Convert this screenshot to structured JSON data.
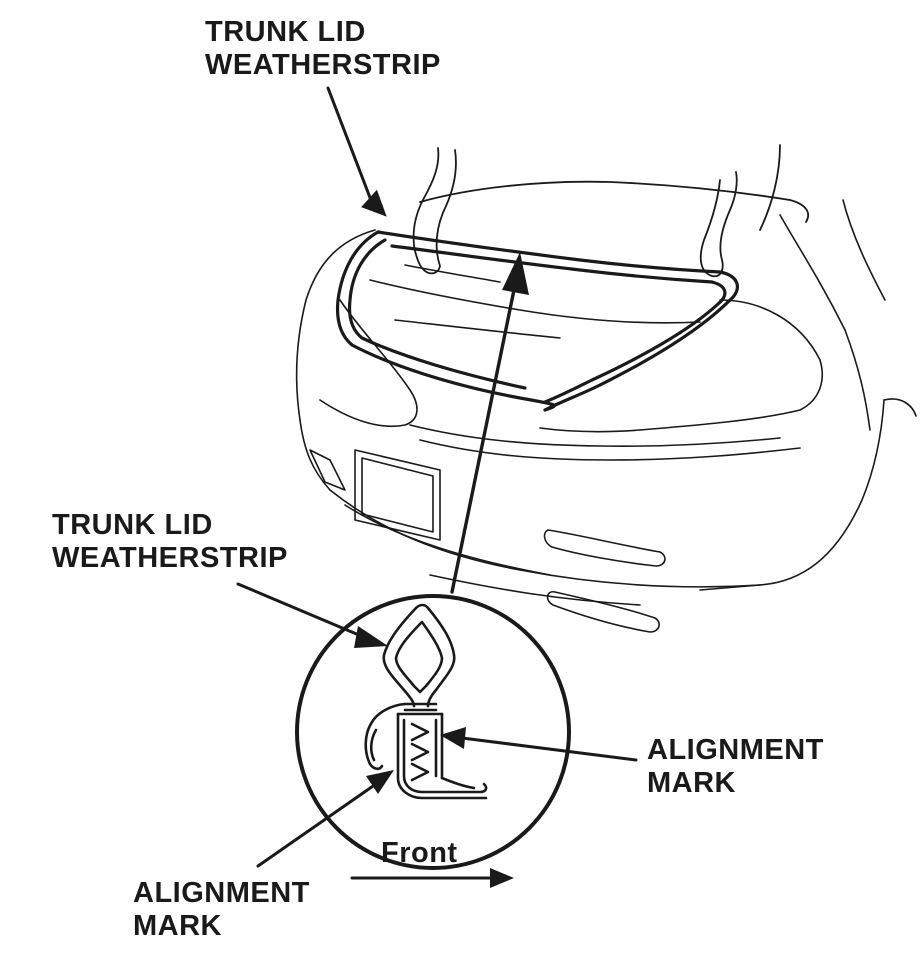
{
  "labels": {
    "top_weatherstrip": {
      "line1": "TRUNK LID",
      "line2": "WEATHERSTRIP"
    },
    "detail_weatherstrip": {
      "line1": "TRUNK LID",
      "line2": "WEATHERSTRIP"
    },
    "alignment_right": {
      "line1": "ALIGNMENT",
      "line2": "MARK"
    },
    "alignment_left": {
      "line1": "ALIGNMENT",
      "line2": "MARK"
    },
    "front": "Front"
  },
  "colors": {
    "ink": "#1a1a1a",
    "background": "#ffffff"
  }
}
